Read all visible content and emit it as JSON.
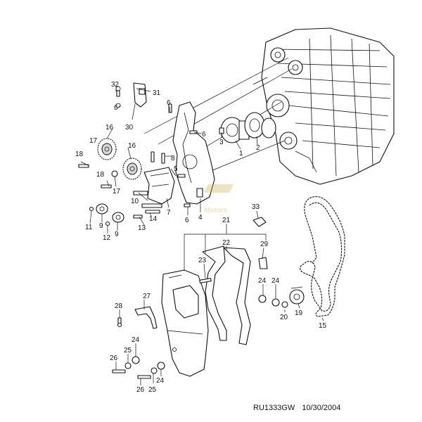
{
  "diagram": {
    "callouts": {
      "c1": "1",
      "c2": "2",
      "c3": "3",
      "c4": "4",
      "c5": "5",
      "c6a": "6",
      "c6b": "6",
      "c6c": "6",
      "c6d": "6",
      "c7": "7",
      "c8": "8",
      "c9a": "9",
      "c9b": "9",
      "c10": "10",
      "c11": "11",
      "c12": "12",
      "c13": "13",
      "c14": "14",
      "c15": "15",
      "c16a": "16",
      "c16b": "16",
      "c17a": "17",
      "c17b": "17",
      "c18a": "18",
      "c18b": "18",
      "c19": "19",
      "c20": "20",
      "c21": "21",
      "c22": "22",
      "c23": "23",
      "c24a": "24",
      "c24b": "24",
      "c24c": "24",
      "c24d": "24",
      "c25a": "25",
      "c25b": "25",
      "c26a": "26",
      "c26b": "26",
      "c27": "27",
      "c28": "28",
      "c29": "29",
      "c30": "30",
      "c31": "31",
      "c32": "32",
      "c33": "33"
    },
    "watermark": "Motors"
  },
  "footer": {
    "code": "RU1333GW",
    "date": "10/30/2004"
  }
}
